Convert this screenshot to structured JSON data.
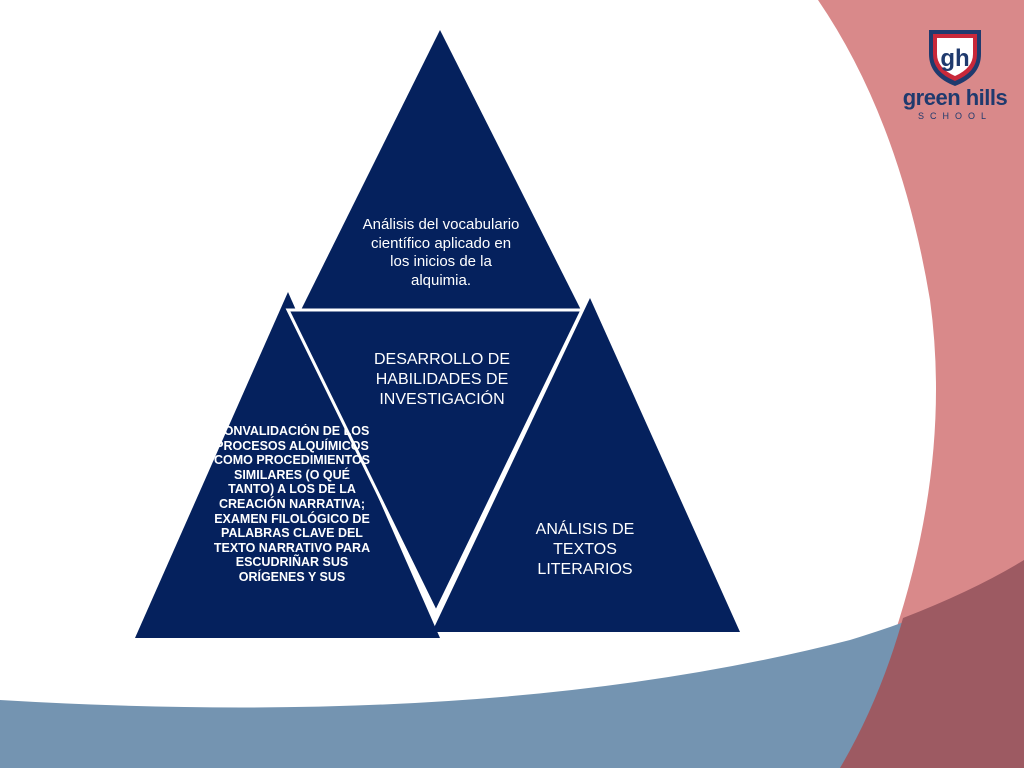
{
  "colors": {
    "triangle_fill": "#05215d",
    "triangle_stroke": "#ffffff",
    "accent_red": "#d9898a",
    "accent_dark_red": "#9d5a62",
    "accent_blue": "#7494b1",
    "logo_blue": "#1f3a6e",
    "logo_red": "#c8283a"
  },
  "diagram": {
    "top": "Análisis del vocabulario científico aplicado en los inicios de la alquimia.",
    "center": "DESARROLLO DE HABILIDADES DE INVESTIGACIÓN",
    "right": "ANÁLISIS DE TEXTOS LITERARIOS",
    "left": "CONVALIDACIÓN DE LOS PROCESOS ALQUÍMICOS COMO PROCEDIMIENTOS SIMILARES (O QUÉ TANTO) A LOS DE LA CREACIÓN NARRATIVA; EXAMEN FILOLÓGICO DE PALABRAS CLAVE DEL TEXTO NARRATIVO PARA ESCUDRIÑAR SUS ORÍGENES Y SUS"
  },
  "logo": {
    "monogram": "gh",
    "name": "green hills",
    "subtitle": "SCHOOL",
    "icon": "shield-icon"
  }
}
